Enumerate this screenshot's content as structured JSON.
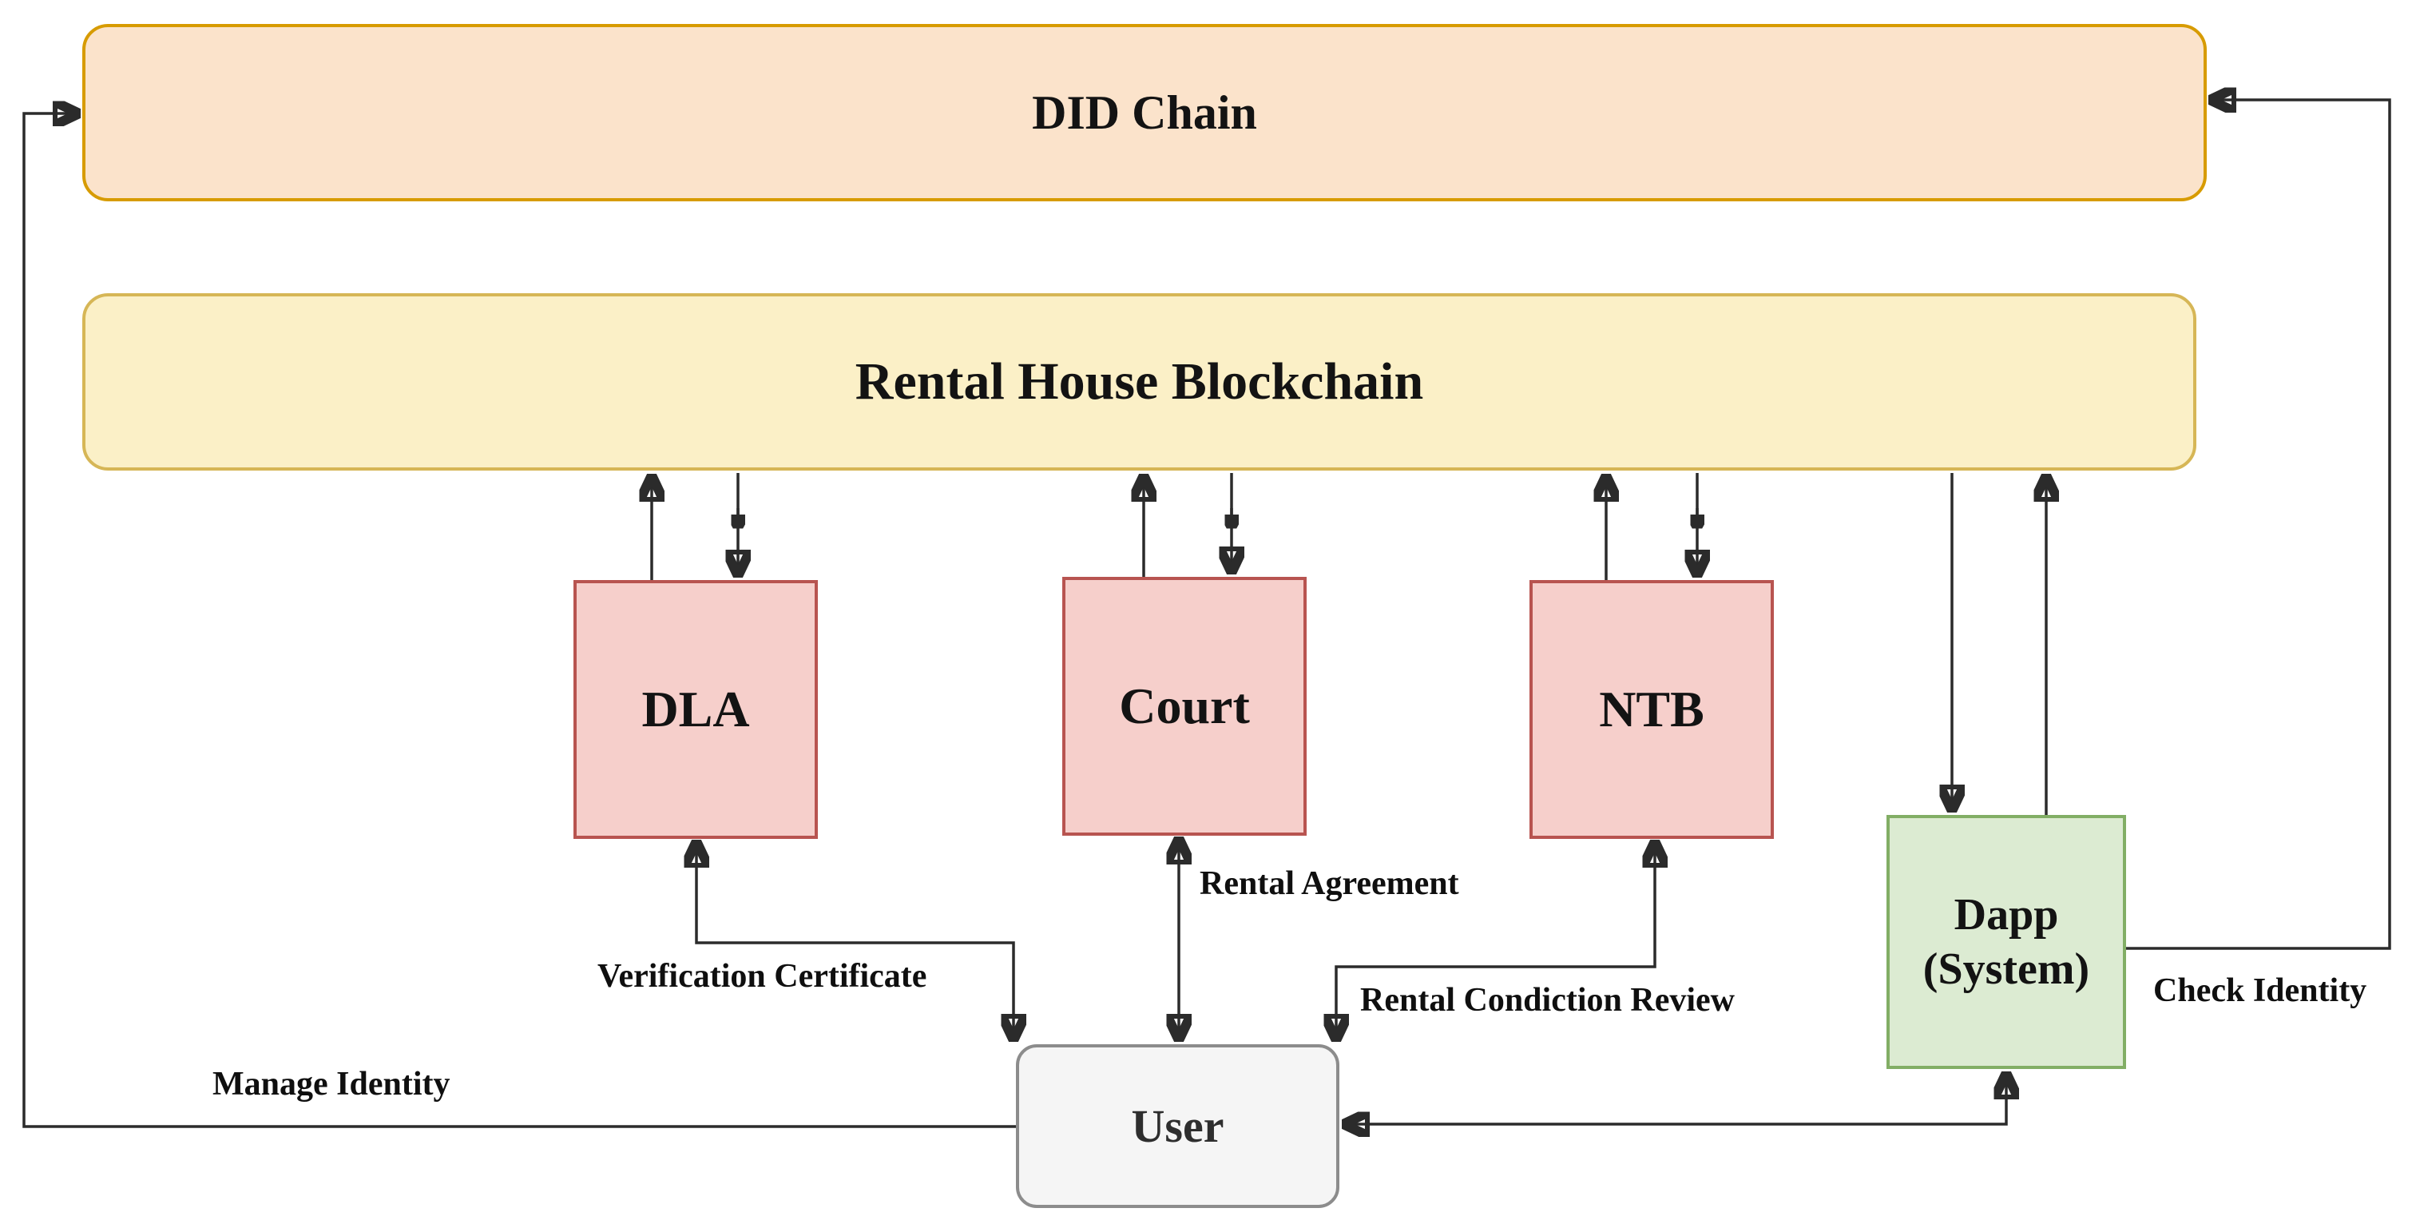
{
  "nodes": {
    "did_chain": {
      "label": "DID Chain",
      "fill": "#FBE3CB",
      "border": "#D79B00"
    },
    "rental_house_blockchain": {
      "label": "Rental House Blockchain",
      "fill": "#FBF0C7",
      "border": "#D6B656"
    },
    "dla": {
      "label": "DLA",
      "fill": "#F6CFCB",
      "border": "#B85450"
    },
    "court": {
      "label": "Court",
      "fill": "#F6CFCB",
      "border": "#B85450"
    },
    "ntb": {
      "label": "NTB",
      "fill": "#F6CFCB",
      "border": "#B85450"
    },
    "dapp": {
      "label_line1": "Dapp",
      "label_line2": "(System)",
      "fill": "#DCEBD2",
      "border": "#82AE65"
    },
    "user": {
      "label": "User",
      "fill": "#F5F5F5",
      "border": "#8C8C8C"
    }
  },
  "edges": {
    "verification_certificate": {
      "label": "Verification Certificate"
    },
    "rental_agreement": {
      "label": "Rental Agreement"
    },
    "rental_condiction_review": {
      "label": "Rental Condiction Review"
    },
    "manage_identity": {
      "label": "Manage Identity"
    },
    "check_identity": {
      "label": "Check Identity"
    }
  }
}
